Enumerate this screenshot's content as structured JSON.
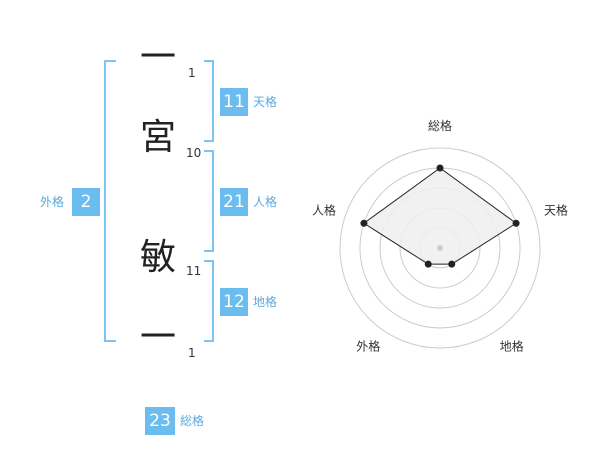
{
  "name": {
    "characters": [
      {
        "char": "一",
        "strokes": "1"
      },
      {
        "char": "宮",
        "strokes": "10"
      },
      {
        "char": "敏",
        "strokes": "11"
      },
      {
        "char": "一",
        "strokes": "1"
      }
    ]
  },
  "scores": {
    "tenkaku": {
      "value": "11",
      "label": "天格"
    },
    "jinkaku": {
      "value": "21",
      "label": "人格"
    },
    "chikaku": {
      "value": "12",
      "label": "地格"
    },
    "gaikaku": {
      "value": "2",
      "label": "外格"
    },
    "soukaku": {
      "value": "23",
      "label": "総格"
    }
  },
  "chart_data": {
    "type": "radar",
    "axes": [
      "総格",
      "天格",
      "地格",
      "外格",
      "人格"
    ],
    "values": [
      4,
      4,
      1,
      1,
      4
    ],
    "rmax": 5,
    "rings": 5,
    "colors": {
      "fill": "#eeeeee",
      "line": "#222222",
      "ring": "#cccccc"
    }
  }
}
